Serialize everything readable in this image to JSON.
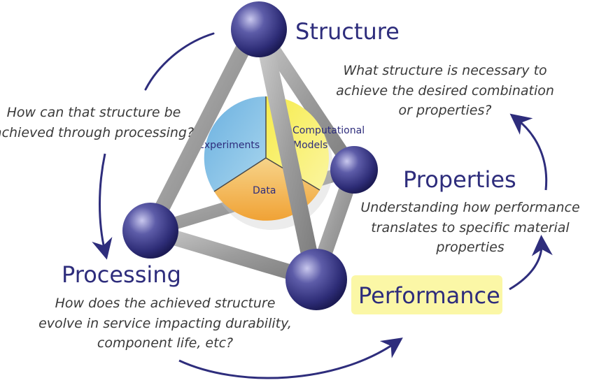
{
  "nodes": {
    "structure": "Structure",
    "properties": "Properties",
    "processing": "Processing",
    "performance": "Performance"
  },
  "core": {
    "experiments": "Experiments",
    "computational_line1": "Computational",
    "computational_line2": "Models",
    "data": "Data"
  },
  "questions": {
    "structure": [
      "What structure is necessary to",
      "achieve the desired combination",
      "or properties?"
    ],
    "processing_q": [
      "How can that structure be",
      "achieved through processing?"
    ],
    "properties": [
      "Understanding how performance",
      "translates to specific material",
      "properties"
    ],
    "performance": [
      "How does the achieved structure",
      "evolve in service impacting durability,",
      "component life, etc?"
    ]
  },
  "colors": {
    "node_text": "#2e2d7c",
    "sphere": "#3c3b8a",
    "rod": "#9a9a9a",
    "arrow": "#2e2d7c",
    "performance_bg": "#fbf7a6",
    "experiments": "#4a9bd6",
    "computational": "#f3e433",
    "data": "#f2a23a"
  }
}
